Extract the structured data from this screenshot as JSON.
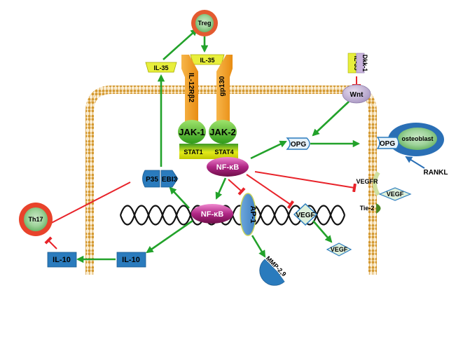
{
  "title": "",
  "nodes": {
    "treg": "Treg",
    "il35_receptor_ligand": "IL-35",
    "il12rb2": "IL-12Rβ2",
    "gp130": "gp130",
    "jak1": "JAK-1",
    "jak2": "JAK-2",
    "stat1": "STAT1",
    "stat4": "STAT4",
    "il35_left": "IL-35",
    "il35_vertical": "IL-35",
    "dkk1": "Dkk-1",
    "wnt": "Wnt",
    "opg_center": "OPG",
    "opg_osteoblast": "OPG",
    "osteoblast": "osteoblast",
    "rankl": "RANKL",
    "nfkb_cytoplasm": "NF-κB",
    "nfkb_nucleus": "NF-κB",
    "p35": "P35",
    "ebi3": "EBI3",
    "th17": "Th17",
    "il10_left": "IL-10",
    "il10_right": "IL-10",
    "ap1": "AP-1",
    "mmp": "MMP-2,9",
    "vegf_nucleus": "VEGF",
    "vegf_secreted": "VEGF",
    "vegf_right": "VEGF",
    "vegfr": "VEGFR",
    "tie2": "Tie-2"
  },
  "colors": {
    "activation_arrow": "#22a22a",
    "inhibition_arrow": "#e8232a",
    "membrane": "#d9a445",
    "receptor": "#f5a623",
    "jak": "#49b823",
    "stat_bar": "#d8e000",
    "nfkb": "#a21c6b",
    "blue_box": "#2a7bbd",
    "il35_label": "#e8ef3c",
    "vegf_diamond": "#ddf0dc",
    "treg_red": "#e35a30",
    "th17_red": "#e8432b"
  }
}
